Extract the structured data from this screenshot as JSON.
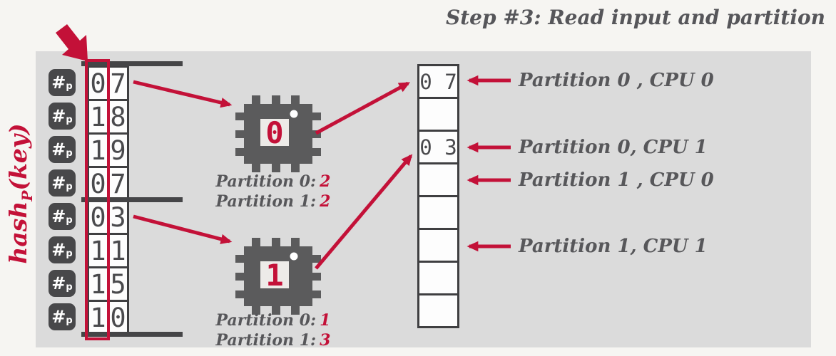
{
  "title": "Step #3: Read input and partition",
  "hash_label": {
    "prefix": "hash",
    "sub": "P",
    "suffix": "(key)"
  },
  "row_badge": {
    "symbol": "#",
    "sub": "p"
  },
  "input_table": {
    "rows": [
      [
        "0",
        "7"
      ],
      [
        "1",
        "8"
      ],
      [
        "1",
        "9"
      ],
      [
        "0",
        "7"
      ],
      [
        "0",
        "3"
      ],
      [
        "1",
        "1"
      ],
      [
        "1",
        "5"
      ],
      [
        "1",
        "0"
      ]
    ],
    "group_size": 4
  },
  "cpus": [
    {
      "label": "0",
      "counts": [
        {
          "name": "Partition 0:",
          "value": "2"
        },
        {
          "name": "Partition 1:",
          "value": "2"
        }
      ]
    },
    {
      "label": "1",
      "counts": [
        {
          "name": "Partition 0:",
          "value": "1"
        },
        {
          "name": "Partition 1:",
          "value": "3"
        }
      ]
    }
  ],
  "output_buffer": [
    "0 7",
    "",
    "0 3",
    "",
    "",
    "",
    "",
    ""
  ],
  "annotations": [
    {
      "text": "Partition 0 , CPU 0",
      "cell_index": 0
    },
    {
      "text": "Partition 0, CPU 1",
      "cell_index": 2
    },
    {
      "text": "Partition 1 , CPU 0",
      "cell_index": 3
    },
    {
      "text": "Partition 1, CPU 1",
      "cell_index": 5
    }
  ],
  "colors": {
    "accent_red": "#c31138",
    "panel_gray": "#dbdbdb",
    "dark_gray": "#48484a",
    "chip_gray": "#5b5b5c",
    "text_gray": "#57575a",
    "border_dark": "#3f3f41"
  }
}
